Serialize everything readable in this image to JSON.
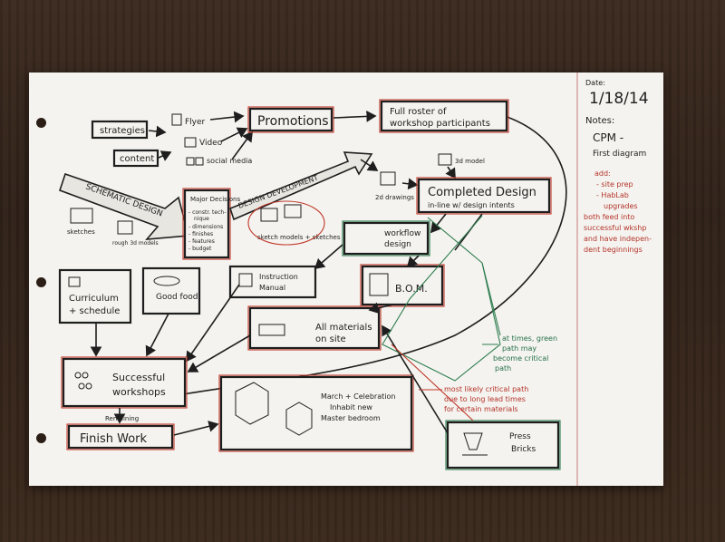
{
  "sidebar": {
    "date_label": "Date:",
    "date": "1/18/14",
    "notes_label": "Notes:",
    "note_line1": "CPM -",
    "note_line2": "First diagram",
    "red_note": [
      "add:",
      "- site prep",
      "- HabLab",
      "upgrades",
      "both feed into",
      "successful wkshp",
      "and have indepen-",
      "dent beginnings"
    ]
  },
  "nodes": {
    "strategies": "strategies",
    "content": "content",
    "flyer": "Flyer",
    "video": "Video",
    "social_media": "social media",
    "promotions": "Promotions",
    "roster_line1": "Full roster of",
    "roster_line2": "workshop participants",
    "schematic": "SCHEMATIC DESIGN",
    "major_title": "Major Decisions",
    "major_items": [
      "- constr. tech-",
      "nique",
      "- dimensions",
      "- finishes",
      "- features",
      "- budget"
    ],
    "sketches": "sketches",
    "rough_models": "rough 3d models",
    "design_dev": "DESIGN DEVELOPMENT",
    "sketch_models": "sketch models + sketches",
    "model_3d": "3d model",
    "drawings_2d": "2d drawings",
    "completed_line1": "Completed Design",
    "completed_line2": "in-line w/ design intents",
    "workflow_line1": "workflow",
    "workflow_line2": "design",
    "instruction_line1": "Instruction",
    "instruction_line2": "Manual",
    "bom": "B.O.M.",
    "curriculum_line1": "Curriculum",
    "curriculum_line2": "+ schedule",
    "food": "Good food",
    "materials_line1": "All materials",
    "materials_line2": "on site",
    "workshops_line1": "Successful",
    "workshops_line2": "workshops",
    "march_line1": "March + Celebration",
    "march_line2": "Inhabit new",
    "march_line3": "Master bedroom",
    "remaining": "Remaining",
    "finish_work": "Finish Work",
    "press_line1": "Press",
    "press_line2": "Bricks"
  },
  "annotations": {
    "green": [
      "at times, green",
      "path may",
      "become critical",
      "path"
    ],
    "red": [
      "most likely critical path",
      "due to long lead times",
      "for certain materials"
    ]
  },
  "colors": {
    "ink": "#1e1e1e",
    "red_pen": "#c0392b",
    "green_pen": "#2e7d4f",
    "paper": "#f4f3ef"
  }
}
